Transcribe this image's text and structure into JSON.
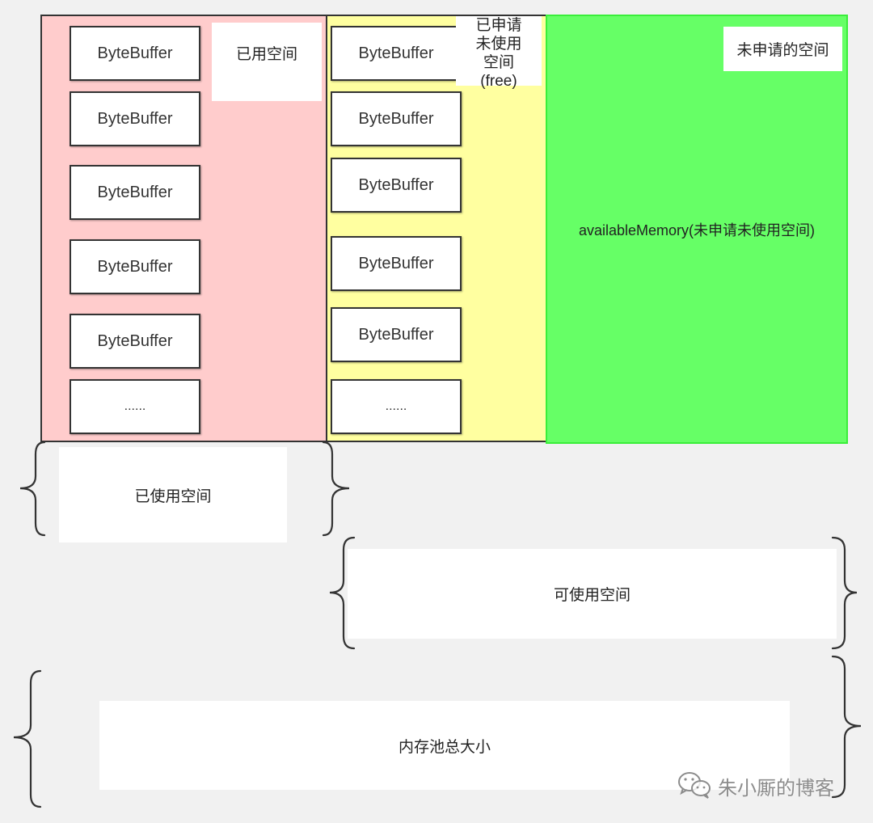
{
  "colors": {
    "background": "#f1f1f1",
    "used": "#ffcccc",
    "free": "#ffffa0",
    "unallocated": "#66ff66",
    "unallocated_border": "#3aee3a"
  },
  "pink_region": {
    "label": "已用空间",
    "buffers": [
      "ByteBuffer",
      "ByteBuffer",
      "ByteBuffer",
      "ByteBuffer",
      "ByteBuffer",
      "......"
    ]
  },
  "yellow_region": {
    "label_lines": [
      "已申请",
      "未使用",
      "空间",
      "(free)"
    ],
    "buffers": [
      "ByteBuffer",
      "ByteBuffer",
      "ByteBuffer",
      "ByteBuffer",
      "ByteBuffer",
      "......"
    ]
  },
  "green_region": {
    "label": "未申请的空间",
    "center_text": "availableMemory(未申请未使用空间)"
  },
  "spans": {
    "used": "已使用空间",
    "available": "可使用空间",
    "total": "内存池总大小"
  },
  "watermark": {
    "icon": "wechat-icon",
    "text": "朱小厮的博客"
  }
}
